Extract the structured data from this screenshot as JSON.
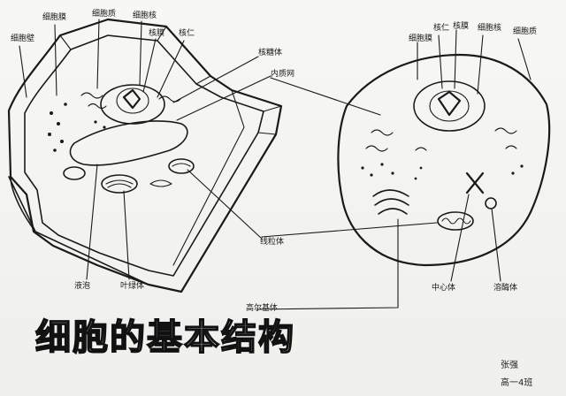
{
  "title": "细胞的基本结构",
  "plant_labels": {
    "cell_wall": "细胞壁",
    "cell_membrane": "细胞膜",
    "cytoplasm": "细胞质",
    "nucleus": "细胞核",
    "nucleolus": "核膜",
    "nucleus_core": "核仁",
    "vacuole": "液泡",
    "chloroplast": "叶绿体"
  },
  "shared_labels": {
    "ribosome": "核糖体",
    "er": "内质网",
    "mitochondria": "线粒体",
    "golgi": "高尔基体"
  },
  "animal_labels": {
    "cell_membrane": "细胞膜",
    "nucleus_core": "核仁",
    "nucleolus": "核膜",
    "nucleus": "细胞核",
    "cytoplasm": "细胞质",
    "centriole": "中心体",
    "lysosome": "溶酶体"
  },
  "signature": {
    "name": "张强",
    "class": "高一4班"
  }
}
